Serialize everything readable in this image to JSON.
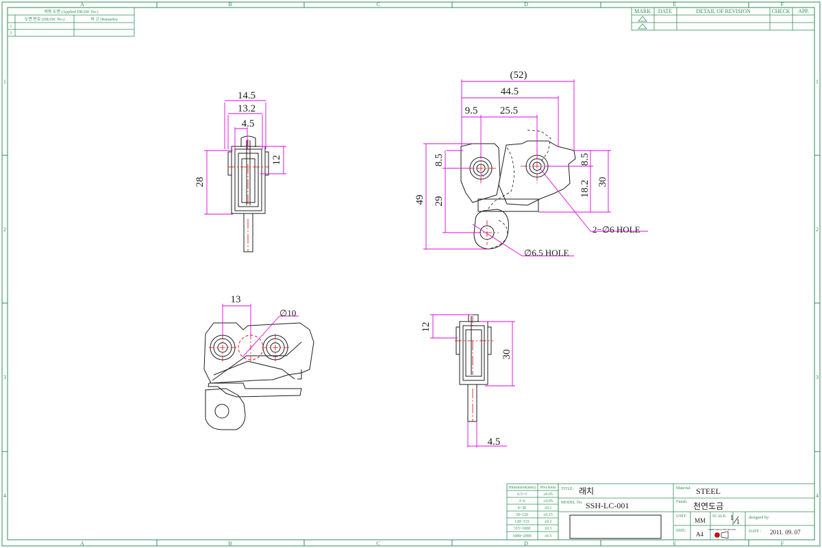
{
  "frame": {
    "zones_x": [
      "A",
      "B",
      "C",
      "D",
      "E",
      "F"
    ],
    "zones_y": [
      "1",
      "2",
      "3",
      "4"
    ]
  },
  "applied_table": {
    "header": "적용 도면 (Applied DRAW. No.)",
    "col_draw": "도면 번호 (DRAW. No.)",
    "col_remarks": "비 고 (Remarks)",
    "rows": [
      "1",
      "2"
    ]
  },
  "revision_table": {
    "mark": "MARK",
    "date": "DATE",
    "detail": "DETAIL OF REVISION",
    "check": "CHECK",
    "app": "APP."
  },
  "dimensions": {
    "side_top": [
      "14.5",
      "13.2",
      "4.5"
    ],
    "side_left": "28",
    "side_right": "12",
    "front_top": [
      "(52)",
      "44.5",
      "9.5",
      "25.5"
    ],
    "front_left": [
      "8.5",
      "29",
      "49"
    ],
    "front_right": [
      "8.5",
      "18.2",
      "30"
    ],
    "hole_2x": "2−∅6 HOLE",
    "hole_single": "∅6.5 HOLE",
    "rear_top": "13",
    "rear_circle": "∅10",
    "bottom_left": "12",
    "bottom_right": "30",
    "bottom_width": "4.5"
  },
  "tolerance_table": {
    "header_dim": "Dimension(mm)",
    "header_prec": "Precision",
    "rows": [
      [
        "0.5~3",
        "±0.05"
      ],
      [
        "3~6",
        "±0.05"
      ],
      [
        "6~30",
        "±0.1"
      ],
      [
        "30~120",
        "±0.15"
      ],
      [
        "120~315",
        "±0.2"
      ],
      [
        "315~1000",
        "±0.3"
      ],
      [
        "1000~2000",
        "±0.5"
      ]
    ]
  },
  "title_block": {
    "title_label": "TITLE:",
    "title": "래치",
    "model_label": "MODEL No.",
    "model": "SSH-LC-001",
    "material_label": "Material:",
    "material": "STEEL",
    "finish_label": "Finish:",
    "finish": "천연도금",
    "unit_label": "UNIT:",
    "unit": "MM",
    "scale_label": "SCALE:",
    "scale_num": "1",
    "scale_den": "1",
    "size_label": "SIZE:",
    "size": "A4",
    "designed_label": "designed by:",
    "date_label": "DATE :",
    "date": "2011. 09. 07",
    "projection_text": "THIRD ANGLE PROJECTION"
  },
  "colors": {
    "line": "#1a1a1a",
    "dimension": "#e000e0",
    "centerline": "#e00000",
    "frame": "#2e8b57"
  }
}
